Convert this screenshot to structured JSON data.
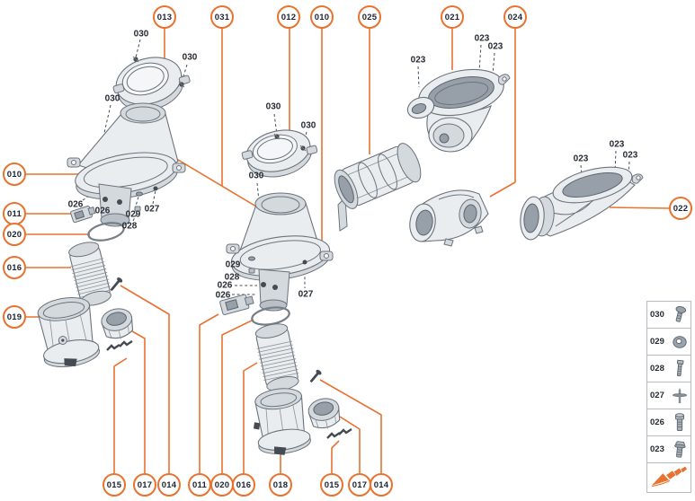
{
  "accent_color": "#e87230",
  "callouts": {
    "top": [
      {
        "label": "013"
      },
      {
        "label": "031"
      },
      {
        "label": "012"
      },
      {
        "label": "010"
      },
      {
        "label": "025"
      },
      {
        "label": "021"
      },
      {
        "label": "024"
      }
    ],
    "left": [
      {
        "label": "010"
      },
      {
        "label": "011"
      },
      {
        "label": "020"
      },
      {
        "label": "016"
      },
      {
        "label": "019"
      }
    ],
    "right": [
      {
        "label": "022"
      }
    ],
    "bottom": [
      {
        "label": "015"
      },
      {
        "label": "017"
      },
      {
        "label": "014"
      },
      {
        "label": "011"
      },
      {
        "label": "020"
      },
      {
        "label": "016"
      },
      {
        "label": "018"
      },
      {
        "label": "015"
      },
      {
        "label": "017"
      },
      {
        "label": "014"
      }
    ]
  },
  "part_labels": [
    {
      "label": "030"
    },
    {
      "label": "030"
    },
    {
      "label": "030"
    },
    {
      "label": "026"
    },
    {
      "label": "026"
    },
    {
      "label": "029"
    },
    {
      "label": "028"
    },
    {
      "label": "027"
    },
    {
      "label": "030"
    },
    {
      "label": "030"
    },
    {
      "label": "030"
    },
    {
      "label": "029"
    },
    {
      "label": "028"
    },
    {
      "label": "026"
    },
    {
      "label": "026"
    },
    {
      "label": "027"
    },
    {
      "label": "023"
    },
    {
      "label": "023"
    },
    {
      "label": "023"
    },
    {
      "label": "023"
    },
    {
      "label": "023"
    },
    {
      "label": "023"
    }
  ],
  "legend": {
    "rows": [
      {
        "label": "030",
        "icon": "pan-head-screw-icon"
      },
      {
        "label": "029",
        "icon": "washer-icon"
      },
      {
        "label": "028",
        "icon": "bolt-icon"
      },
      {
        "label": "027",
        "icon": "expansion-rivet-icon"
      },
      {
        "label": "026",
        "icon": "cheese-head-screw-icon"
      },
      {
        "label": "023",
        "icon": "hex-flange-bolt-icon"
      }
    ],
    "logo": "brand-arrow-logo"
  }
}
